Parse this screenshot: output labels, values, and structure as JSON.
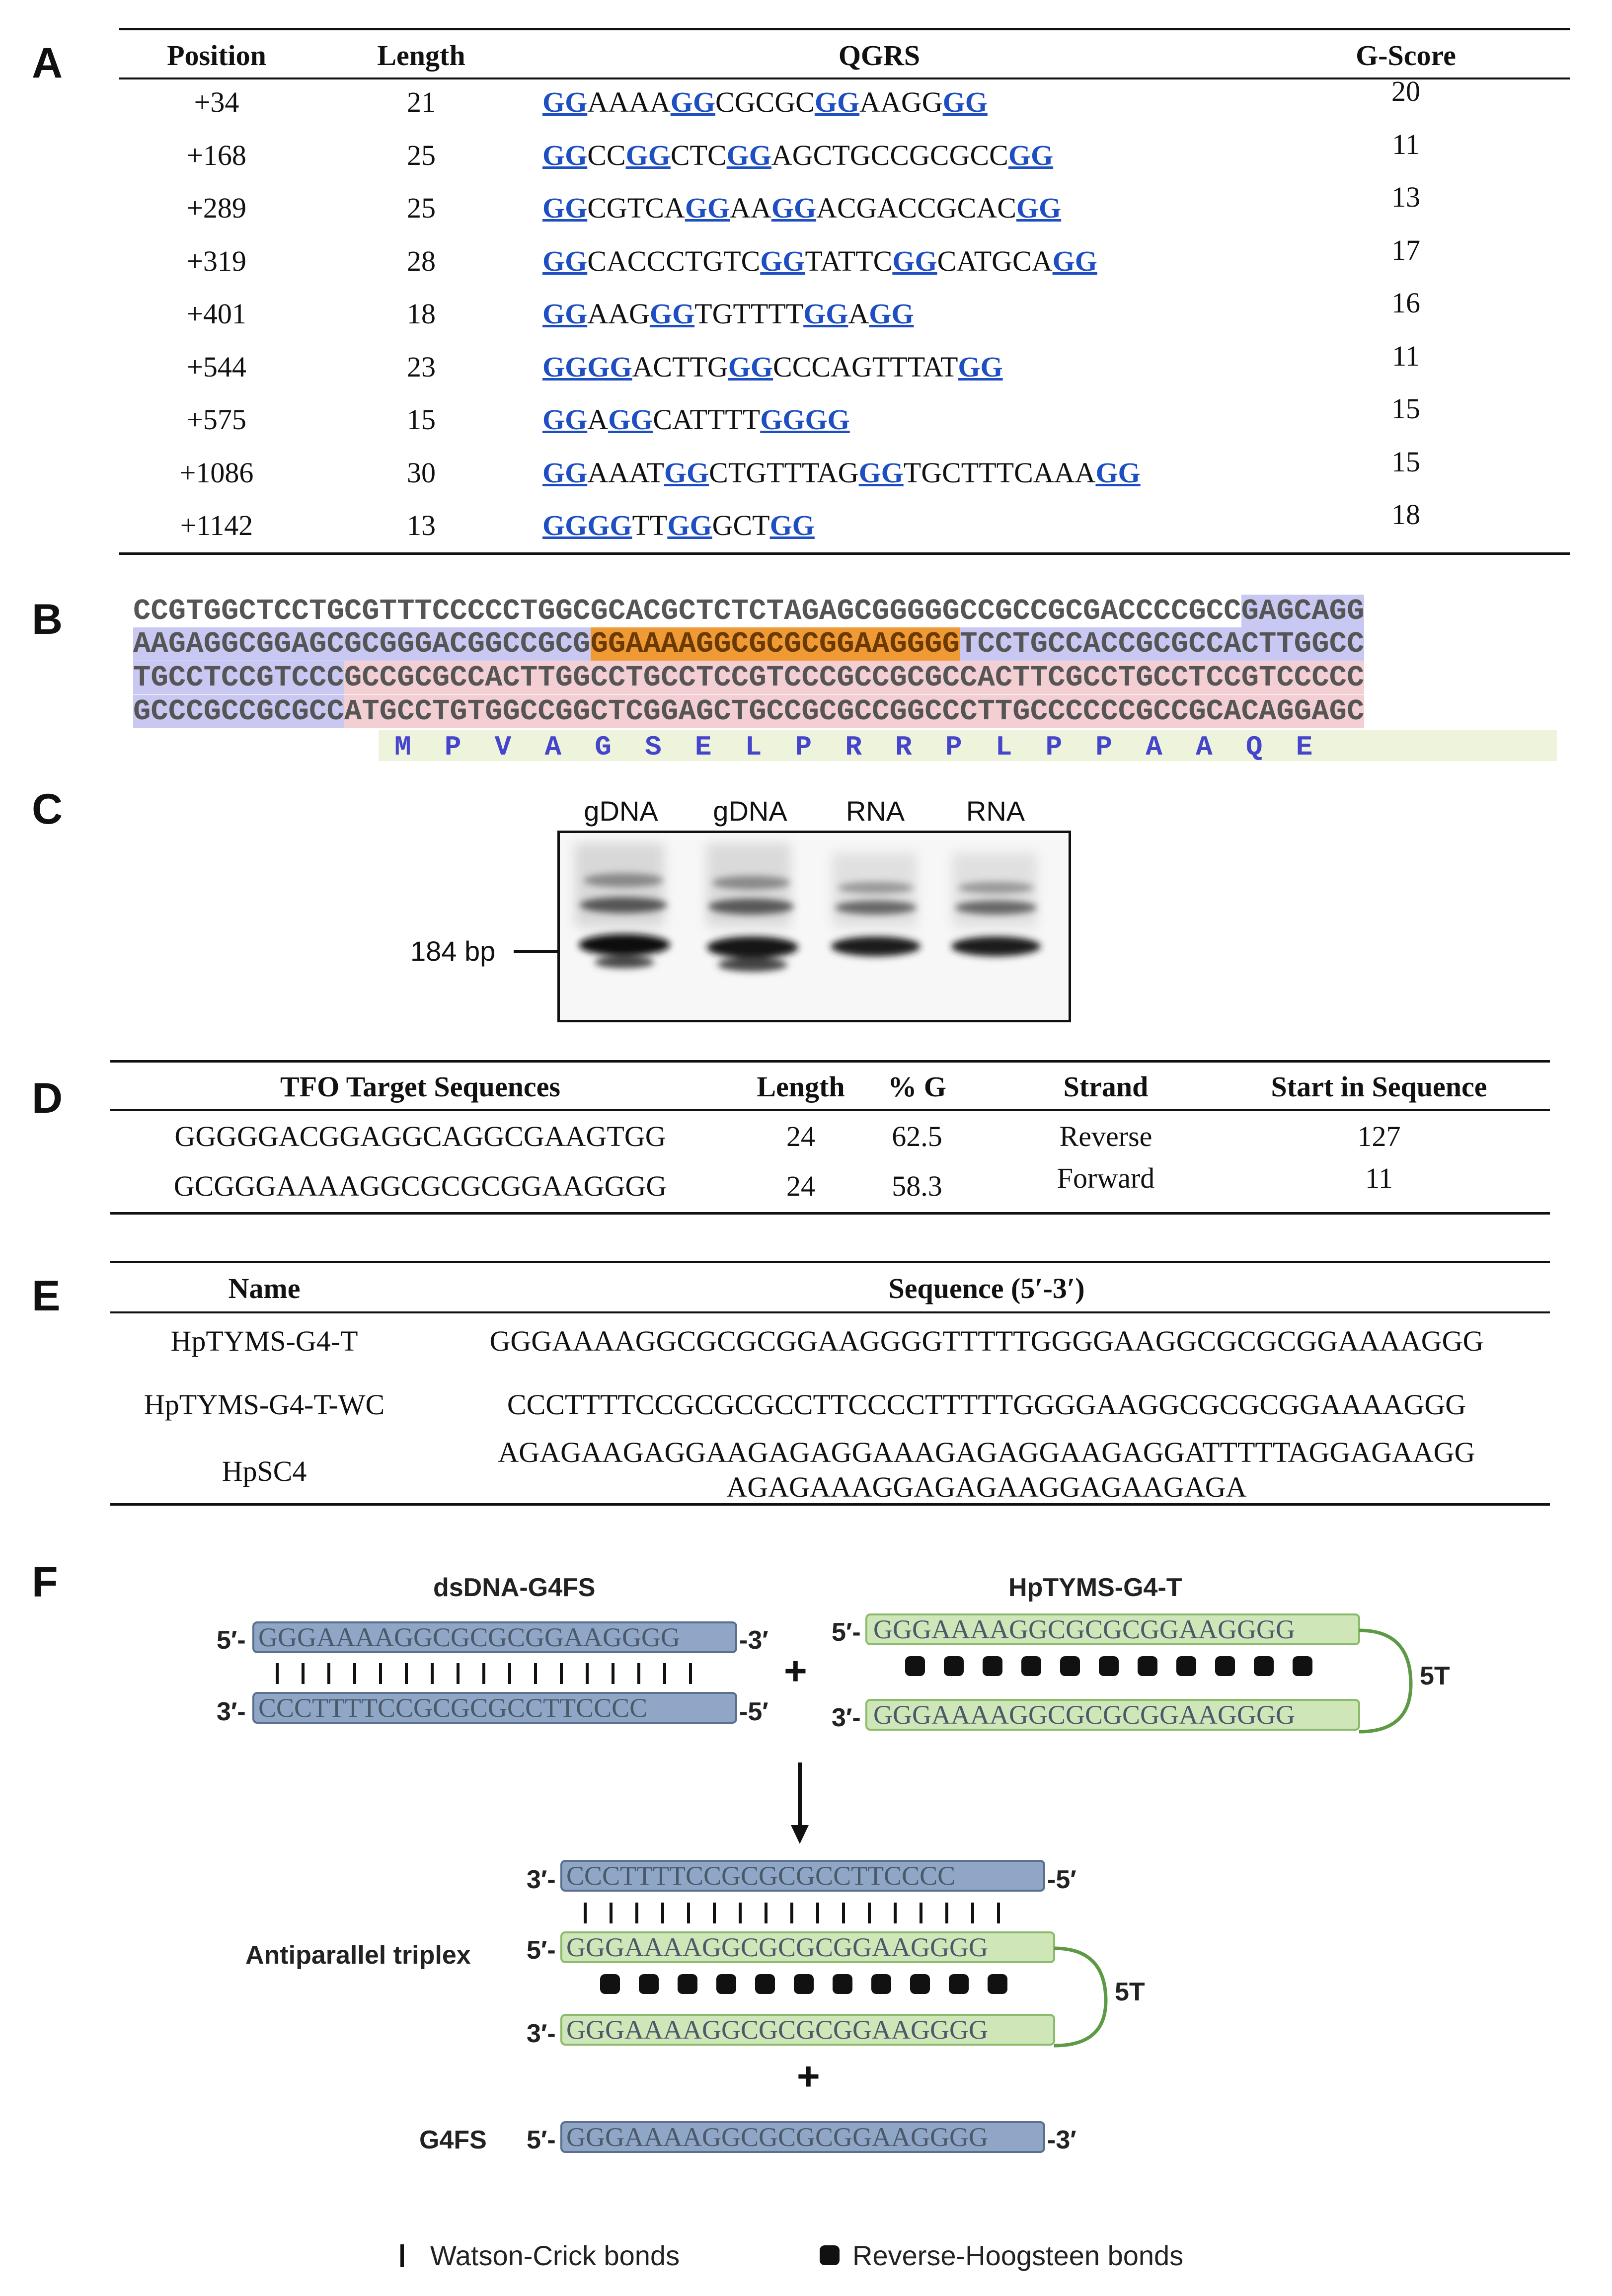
{
  "panels": {
    "A": "A",
    "B": "B",
    "C": "C",
    "D": "D",
    "E": "E",
    "F": "F"
  },
  "tableA": {
    "headers": [
      "Position",
      "Length",
      "QGRS",
      "G-Score"
    ],
    "rows": [
      {
        "pos": "+34",
        "len": "21",
        "score": "20",
        "seq": [
          [
            "u",
            "GG"
          ],
          [
            "t",
            "AAAA"
          ],
          [
            "u",
            "GG"
          ],
          [
            "t",
            "CGCGC"
          ],
          [
            "u",
            "GG"
          ],
          [
            "t",
            "AAGG"
          ],
          [
            "u",
            "GG"
          ]
        ]
      },
      {
        "pos": "+168",
        "len": "25",
        "score": "11",
        "seq": [
          [
            "u",
            "GG"
          ],
          [
            "t",
            "CC"
          ],
          [
            "u",
            "GG"
          ],
          [
            "t",
            "CTC"
          ],
          [
            "u",
            "GG"
          ],
          [
            "t",
            "AGCTGCCGCGCC"
          ],
          [
            "u",
            "GG"
          ]
        ]
      },
      {
        "pos": "+289",
        "len": "25",
        "score": "13",
        "seq": [
          [
            "u",
            "GG"
          ],
          [
            "t",
            "CGTCA"
          ],
          [
            "u",
            "GG"
          ],
          [
            "t",
            "AA"
          ],
          [
            "u",
            "GG"
          ],
          [
            "t",
            "ACGACCGCAC"
          ],
          [
            "u",
            "GG"
          ]
        ]
      },
      {
        "pos": "+319",
        "len": "28",
        "score": "17",
        "seq": [
          [
            "u",
            "GG"
          ],
          [
            "t",
            "CACCCTGTC"
          ],
          [
            "u",
            "GG"
          ],
          [
            "t",
            "TATTC"
          ],
          [
            "u",
            "GG"
          ],
          [
            "t",
            "CATGCA"
          ],
          [
            "u",
            "GG"
          ]
        ]
      },
      {
        "pos": "+401",
        "len": "18",
        "score": "16",
        "seq": [
          [
            "u",
            "GG"
          ],
          [
            "t",
            "AAG"
          ],
          [
            "u",
            "GG"
          ],
          [
            "t",
            "TGTTTT"
          ],
          [
            "u",
            "GG"
          ],
          [
            "t",
            "A"
          ],
          [
            "u",
            "GG"
          ]
        ]
      },
      {
        "pos": "+544",
        "len": "23",
        "score": "11",
        "seq": [
          [
            "u",
            "GGGG"
          ],
          [
            "t",
            "ACTTG"
          ],
          [
            "u",
            "GG"
          ],
          [
            "t",
            "CCCAGTTTAT"
          ],
          [
            "u",
            "GG"
          ]
        ]
      },
      {
        "pos": "+575",
        "len": "15",
        "score": "15",
        "seq": [
          [
            "u",
            "GG"
          ],
          [
            "t",
            "A"
          ],
          [
            "u",
            "GG"
          ],
          [
            "t",
            "CATTTT"
          ],
          [
            "u",
            "GGGG"
          ]
        ]
      },
      {
        "pos": "+1086",
        "len": "30",
        "score": "15",
        "seq": [
          [
            "u",
            "GG"
          ],
          [
            "t",
            "AAAT"
          ],
          [
            "u",
            "GG"
          ],
          [
            "t",
            "CTGTTTAG"
          ],
          [
            "u",
            "GG"
          ],
          [
            "t",
            "TGCTTTCAAA"
          ],
          [
            "u",
            "GG"
          ]
        ]
      },
      {
        "pos": "+1142",
        "len": "13",
        "score": "18",
        "seq": [
          [
            "u",
            "GGGG"
          ],
          [
            "t",
            "TT"
          ],
          [
            "u",
            "GG"
          ],
          [
            "t",
            "GCT"
          ],
          [
            "u",
            "GG"
          ]
        ]
      }
    ]
  },
  "panelB": {
    "lines": [
      [
        [
          "n",
          "CCGTGGCTCCTGCGTTTCCCCCTGGCGCACGCTCTCTAGAGCGGGGGCCGCCGCGACCCCGCC"
        ],
        [
          "b",
          "GAGCAGG"
        ]
      ],
      [
        [
          "b",
          "AAGAGGCGGAGCGCGGGACGGCCGCG"
        ],
        [
          "o",
          "GGAAAAGGCGCGCGGAAGGGG"
        ],
        [
          "b",
          "TCCTGCCACCGCGCCACTTGGCC"
        ]
      ],
      [
        [
          "b",
          "TGCCTCCGTCCC"
        ],
        [
          "p",
          "GCCGCGCCACTTGGCCTGCCTCCGTCCCGCCGCGCCACTTCGCCTGCCTCCGTCCCCC"
        ]
      ],
      [
        [
          "b",
          "GCCCGCCGCGCC"
        ],
        [
          "p",
          "ATGCCTGTGGCCGGCTCGGAGCTGCCGCGCCGGCCCTTGCCCCCCGCCGCACAGGAGC"
        ]
      ]
    ],
    "amino": "M  P  V  A  G  S  E  L  P  R  R  P  L  P  P  A  A  Q  E"
  },
  "panelC": {
    "lanes": [
      "gDNA",
      "gDNA",
      "RNA",
      "RNA"
    ],
    "marker": "184 bp"
  },
  "tableD": {
    "headers": [
      "TFO Target Sequences",
      "Length",
      "% G",
      "Strand",
      "Start in Sequence"
    ],
    "rows": [
      {
        "seq": "GGGGGACGGAGGCAGGCGAAGTGG",
        "len": "24",
        "g": "62.5",
        "strand": "Reverse",
        "start": "127"
      },
      {
        "seq": "GCGGGAAAAGGCGCGCGGAAGGGG",
        "len": "24",
        "g": "58.3",
        "strand": "Forward",
        "start": "11"
      }
    ]
  },
  "tableE": {
    "headers": [
      "Name",
      "Sequence (5′-3′)"
    ],
    "rows": [
      {
        "name": "HpTYMS-G4-T",
        "seq": "GGGAAAAGGCGCGCGGAAGGGGTTTTTGGGGAAGGCGCGCGGAAAAGGG",
        "seq2": ""
      },
      {
        "name": "HpTYMS-G4-T-WC",
        "seq": "CCCTTTTCCGCGCGCCTTCCCCTTTTTGGGGAAGGCGCGCGGAAAAGGG",
        "seq2": ""
      },
      {
        "name": "HpSC4",
        "seq": "AGAGAAGAGGAAGAGAGGAAAGAGAGGAAGAGGATTTTTAGGAGAAGG",
        "seq2": "AGAGAAAGGAGAGAAGGAGAAGAGA"
      }
    ]
  },
  "panelF": {
    "title_left": "dsDNA-G4FS",
    "title_right": "HpTYMS-G4-T",
    "top_strand": "GGGAAAAGGCGCGCGGAAGGGG",
    "comp_strand": "CCCTTTTCCGCGCGCCTTCCCC",
    "loop": "5T",
    "triplex_label": "Antiparallel triplex",
    "g4fs_label": "G4FS",
    "ends": {
      "five": "5′-",
      "three": "3′-",
      "three_r": "-3′",
      "five_r": "-5′"
    },
    "plus": "+",
    "legend_wc": "Watson-Crick bonds",
    "legend_rh": "Reverse-Hoogsteen bonds"
  }
}
